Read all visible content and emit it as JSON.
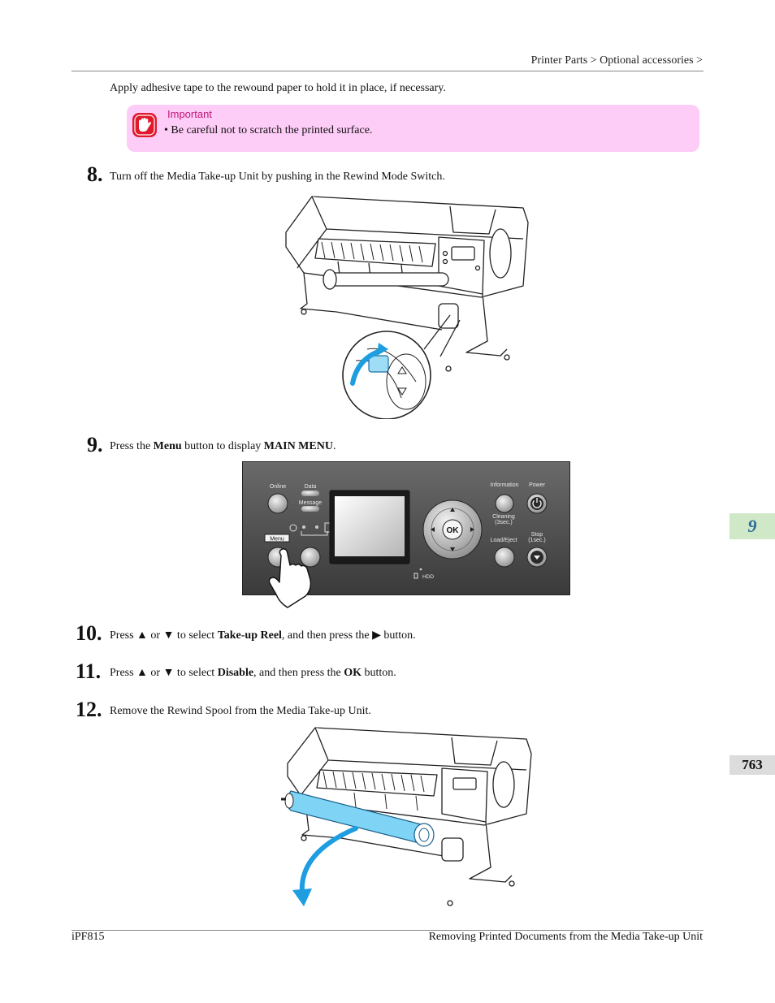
{
  "header": {
    "breadcrumb": "Printer Parts > Optional accessories >"
  },
  "intro": "Apply adhesive tape to the rewound paper to hold it in place, if necessary.",
  "important": {
    "title": "Important",
    "bullet": "•  Be careful not to scratch the printed surface."
  },
  "steps": [
    {
      "number": "8.",
      "parts": [
        {
          "text": "Turn off the Media Take-up Unit by pushing in the Rewind Mode Switch.",
          "bold": false
        }
      ]
    },
    {
      "number": "9.",
      "parts": [
        {
          "text": "Press the ",
          "bold": false
        },
        {
          "text": "Menu",
          "bold": true
        },
        {
          "text": " button to display ",
          "bold": false
        },
        {
          "text": "MAIN MENU",
          "bold": true
        },
        {
          "text": ".",
          "bold": false
        }
      ]
    },
    {
      "number": "10.",
      "parts": [
        {
          "text": "Press ▲ or ▼ to select ",
          "bold": false
        },
        {
          "text": "Take-up Reel",
          "bold": true
        },
        {
          "text": ", and then press the ▶ button.",
          "bold": false
        }
      ]
    },
    {
      "number": "11.",
      "parts": [
        {
          "text": "Press ▲ or ▼ to select ",
          "bold": false
        },
        {
          "text": "Disable",
          "bold": true
        },
        {
          "text": ", and then press the ",
          "bold": false
        },
        {
          "text": "OK",
          "bold": true
        },
        {
          "text": " button.",
          "bold": false
        }
      ]
    },
    {
      "number": "12.",
      "parts": [
        {
          "text": "Remove the Rewind Spool from the Media Take-up Unit.",
          "bold": false
        }
      ]
    }
  ],
  "control_panel": {
    "online": "Online",
    "data": "Data",
    "message": "Message",
    "menu": "Menu",
    "information": "Information",
    "power": "Power",
    "cleaning": "Cleaning",
    "cleaning_sub": "(3sec.)",
    "load_eject": "Load/Eject",
    "stop": "Stop",
    "stop_sub": "(1sec.)",
    "ok": "OK",
    "hdd": "HDD"
  },
  "side_tabs": {
    "chapter": "9",
    "page": "763"
  },
  "footer": {
    "model": "iPF815",
    "section": "Removing Printed Documents from the Media Take-up Unit"
  },
  "colors": {
    "important_bg": "#fdccf7",
    "important_title": "#c2177a",
    "important_icon": "#e0192d",
    "chapter_tab_bg": "#cfe8c8",
    "page_tab_bg": "#dcdcdc",
    "spool_blue": "#7fd3f5",
    "arrow_blue": "#1e9de0"
  }
}
